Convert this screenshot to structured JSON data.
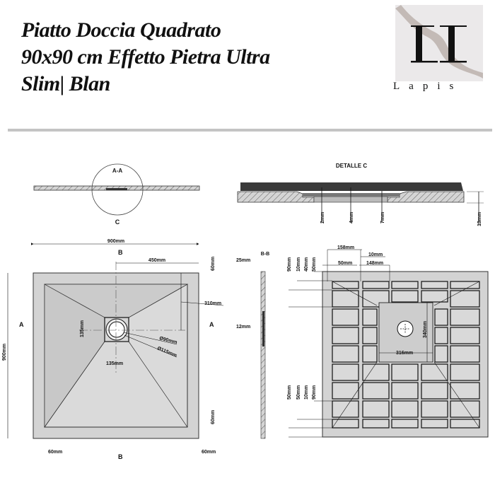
{
  "header": {
    "title_lines": [
      "Piatto Doccia Quadrato",
      "90x90 cm Effetto Pietra Ultra",
      "Slim| Blan"
    ],
    "logo": {
      "monogram": "LI",
      "wordmark": "Lapis",
      "icon": "marble-monogram-logo"
    }
  },
  "section_aa": {
    "label": "A-A",
    "detail_marker": "C"
  },
  "detail_c": {
    "title": "DETALLE   C",
    "dims": [
      "2mm",
      "4mm",
      "7mm",
      "13mm"
    ]
  },
  "top_view": {
    "width": "900mm",
    "height": "900mm",
    "drain_offset": "450mm",
    "rim_top": "60mm",
    "rim_bottom": "60mm",
    "rim_left": "60mm",
    "rim_right": "60mm",
    "slope_depth": "310mm",
    "drain_box_h": "135mm",
    "drain_box_w": "135mm",
    "drain_inner": "Ø90mm",
    "drain_outer": "Ø115mm",
    "section_a_left": "A",
    "section_a_right": "A",
    "section_b_top": "B",
    "section_b_bottom": "B"
  },
  "section_bb": {
    "label": "B-B",
    "thickness_top": "25mm",
    "thickness_mid": "12mm"
  },
  "bottom_view": {
    "top_dims": {
      "a": "158mm",
      "b": "10mm",
      "c": "50mm",
      "d": "148mm"
    },
    "left_top_dims": [
      "90mm",
      "10mm",
      "40mm",
      "50mm"
    ],
    "left_bottom_dims": [
      "50mm",
      "50mm",
      "10mm",
      "90mm"
    ],
    "center_w": "316mm",
    "center_h": "340mm"
  }
}
